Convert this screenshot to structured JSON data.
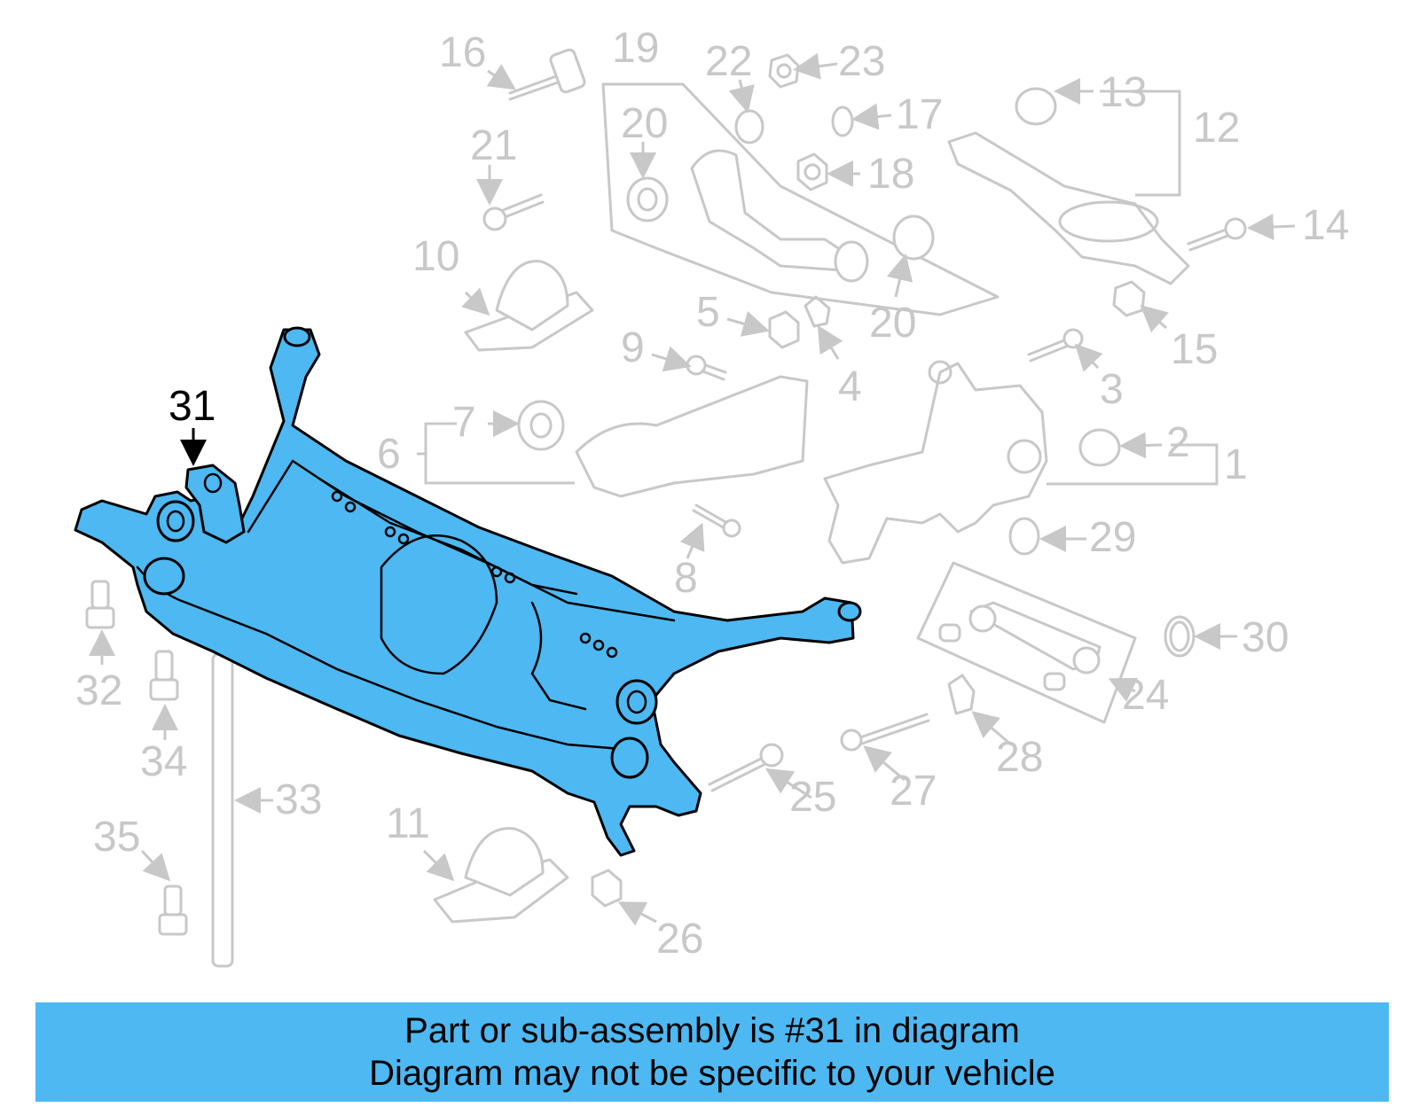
{
  "highlight": {
    "callout": "31",
    "color": "#4db8f2"
  },
  "callouts": {
    "c1": "1",
    "c2": "2",
    "c3": "3",
    "c4": "4",
    "c5": "5",
    "c6": "6",
    "c7": "7",
    "c8": "8",
    "c9": "9",
    "c10": "10",
    "c11": "11",
    "c12": "12",
    "c13": "13",
    "c14": "14",
    "c15": "15",
    "c16": "16",
    "c17": "17",
    "c18": "18",
    "c19": "19",
    "c20a": "20",
    "c20b": "20",
    "c21": "21",
    "c22": "22",
    "c23": "23",
    "c24": "24",
    "c25": "25",
    "c26": "26",
    "c27": "27",
    "c28": "28",
    "c29": "29",
    "c30": "30",
    "c31": "31",
    "c32": "32",
    "c33": "33",
    "c34": "34",
    "c35": "35"
  },
  "banner": {
    "line1": "Part or sub-assembly is #31 in diagram",
    "line2": "Diagram may not be specific to your vehicle"
  }
}
